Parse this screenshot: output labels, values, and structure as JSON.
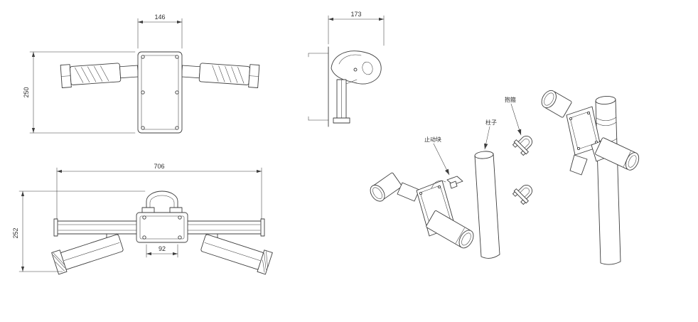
{
  "drawing": {
    "background": "#ffffff",
    "line_color": "#3d3d3d",
    "views": {
      "top": {
        "width_dim": "146",
        "height_dim": "250"
      },
      "front": {
        "width_dim": "706",
        "height_dim": "252",
        "mount_spacing_dim": "92"
      },
      "side": {
        "width_dim": "173"
      },
      "assembly": {
        "part_labels": {
          "stop_block": "止动块",
          "pole": "柱子",
          "clamp": "抱箍"
        }
      }
    }
  }
}
